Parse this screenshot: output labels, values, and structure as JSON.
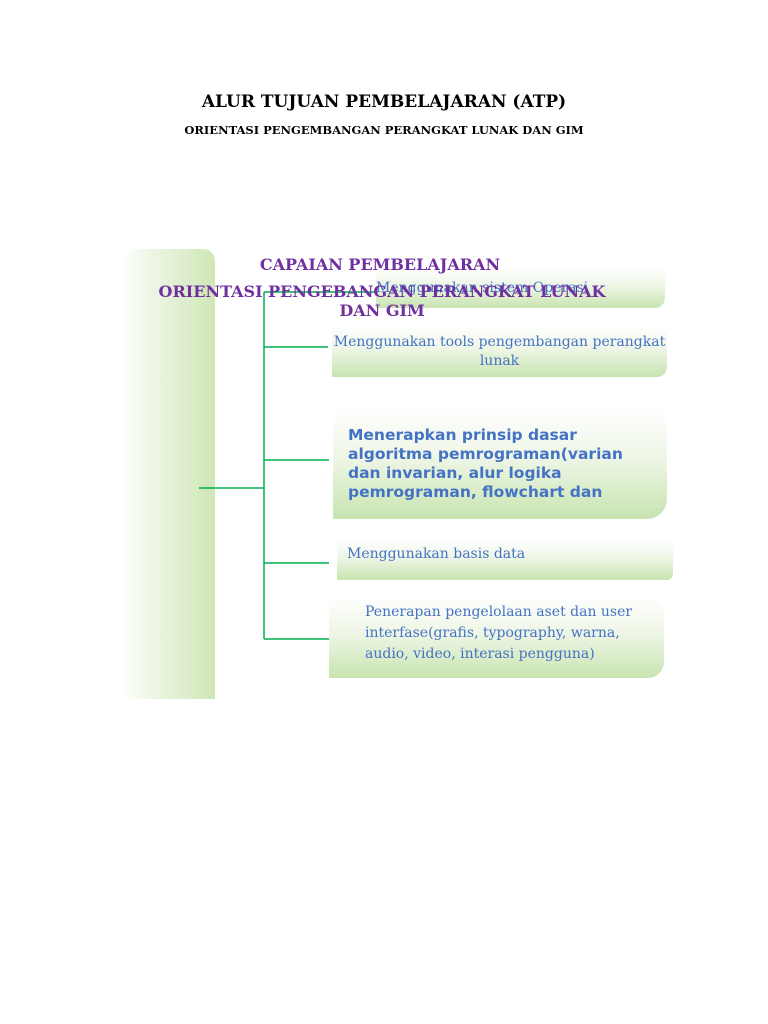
{
  "header": {
    "title": "ALUR TUJUAN PEMBELAJARAN (ATP)",
    "subtitle": "ORIENTASI PENGEMBANGAN PERANGKAT LUNAK DAN GIM"
  },
  "diagram": {
    "heading_line1": "CAPAIAN PEMBELAJARAN",
    "heading_line2": "ORIENTASI PENGEBANGAN PERANGKAT LUNAK DAN GIM",
    "items": [
      {
        "text": "Menggunakan sistem Operasi"
      },
      {
        "text": "Menggunakan tools pengembangan perangkat lunak"
      },
      {
        "text": "Menerapkan prinsip dasar algoritma pemrograman(varian dan invarian, alur logika pemrograman, flowchart dan"
      },
      {
        "text": "Menggunakan basis data"
      },
      {
        "text": "Penerapan pengelolaan aset dan user interfase(grafis, typography, warna, audio, video, interasi pengguna)"
      }
    ],
    "colors": {
      "heading": "#7030a0",
      "item_text": "#4472c4",
      "connector": "#00b050",
      "box_fill": "#c8e4b0"
    }
  }
}
